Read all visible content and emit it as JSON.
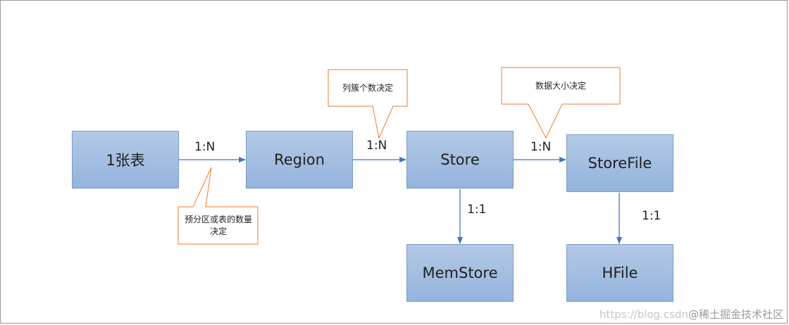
{
  "nodes": {
    "table": "1张表",
    "region": "Region",
    "store": "Store",
    "storefile": "StoreFile",
    "memstore": "MemStore",
    "hfile": "HFile"
  },
  "relations": {
    "table_region": "1:N",
    "region_store": "1:N",
    "store_storefile": "1:N",
    "store_memstore": "1:1",
    "storefile_hfile": "1:1"
  },
  "callouts": {
    "column_families": "列簇个数决定",
    "data_size": "数据大小决定",
    "presplit": "预分区或表的数量决定"
  },
  "watermark": {
    "url": "https://blog.csdn",
    "site": "@稀土掘金技术社区"
  },
  "colors": {
    "box_fill_top": "#b3c9e6",
    "box_fill_bottom": "#94b4dc",
    "box_border": "#7a9cc6",
    "arrow": "#4472c4",
    "callout_border": "#ed7d31"
  }
}
